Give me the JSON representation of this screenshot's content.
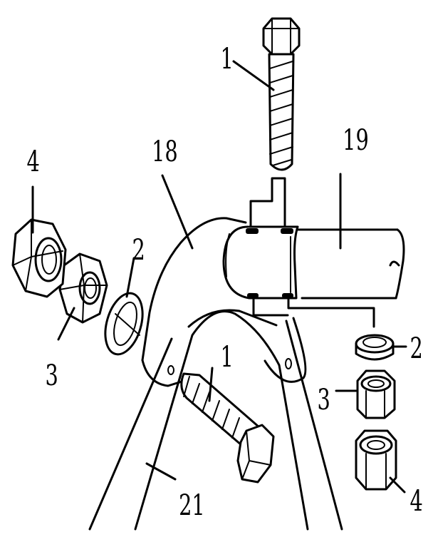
{
  "diagram": {
    "type": "exploded-parts-drawing",
    "parts": [
      {
        "id": "bolt-top",
        "label": "1"
      },
      {
        "id": "bolt-lower",
        "label": "1"
      },
      {
        "id": "lock-washer-left",
        "label": "2"
      },
      {
        "id": "lock-washer-right",
        "label": "2"
      },
      {
        "id": "flat-nut-left",
        "label": "3"
      },
      {
        "id": "flat-nut-right",
        "label": "3"
      },
      {
        "id": "hex-nut-left",
        "label": "4"
      },
      {
        "id": "hex-nut-right",
        "label": "4"
      },
      {
        "id": "bracket",
        "label": "18"
      },
      {
        "id": "tube",
        "label": "19"
      },
      {
        "id": "leg",
        "label": "21"
      }
    ]
  }
}
